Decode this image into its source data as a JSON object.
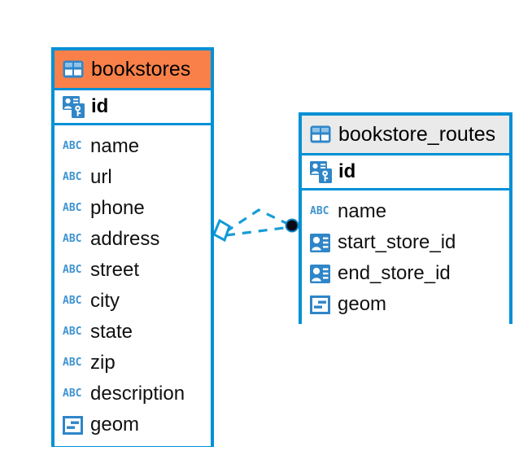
{
  "diagram": {
    "type": "entity-relationship-diagram",
    "background": "#ffffff",
    "accent_border_color": "#0090d5",
    "icon_color": "#3e93d0",
    "relationship": {
      "line_style": "dashed",
      "line_color": "#1a9cd8",
      "left_endpoint": "diamond",
      "right_endpoint": "filled-circle",
      "from_table": "bookstores",
      "to_table": "bookstore_routes"
    }
  },
  "entities": [
    {
      "name": "bookstores",
      "header_color": "#f98149",
      "table_icon": "table-grid-icon",
      "primary_key": {
        "label": "id",
        "icon": "primary-key-icon"
      },
      "fields": [
        {
          "label": "name",
          "icon": "abc-text-icon",
          "icon_text": "ABC"
        },
        {
          "label": "url",
          "icon": "abc-text-icon",
          "icon_text": "ABC"
        },
        {
          "label": "phone",
          "icon": "abc-text-icon",
          "icon_text": "ABC"
        },
        {
          "label": "address",
          "icon": "abc-text-icon",
          "icon_text": "ABC"
        },
        {
          "label": "street",
          "icon": "abc-text-icon",
          "icon_text": "ABC"
        },
        {
          "label": "city",
          "icon": "abc-text-icon",
          "icon_text": "ABC"
        },
        {
          "label": "state",
          "icon": "abc-text-icon",
          "icon_text": "ABC"
        },
        {
          "label": "zip",
          "icon": "abc-text-icon",
          "icon_text": "ABC"
        },
        {
          "label": "description",
          "icon": "abc-text-icon",
          "icon_text": "ABC"
        },
        {
          "label": "geom",
          "icon": "geometry-icon",
          "icon_text": ""
        }
      ]
    },
    {
      "name": "bookstore_routes",
      "header_color": "#eaeaea",
      "table_icon": "table-grid-icon",
      "primary_key": {
        "label": "id",
        "icon": "primary-key-icon"
      },
      "fields": [
        {
          "label": "name",
          "icon": "abc-text-icon",
          "icon_text": "ABC"
        },
        {
          "label": "start_store_id",
          "icon": "foreign-key-icon",
          "icon_text": ""
        },
        {
          "label": "end_store_id",
          "icon": "foreign-key-icon",
          "icon_text": ""
        },
        {
          "label": "geom",
          "icon": "geometry-icon",
          "icon_text": ""
        }
      ]
    }
  ]
}
